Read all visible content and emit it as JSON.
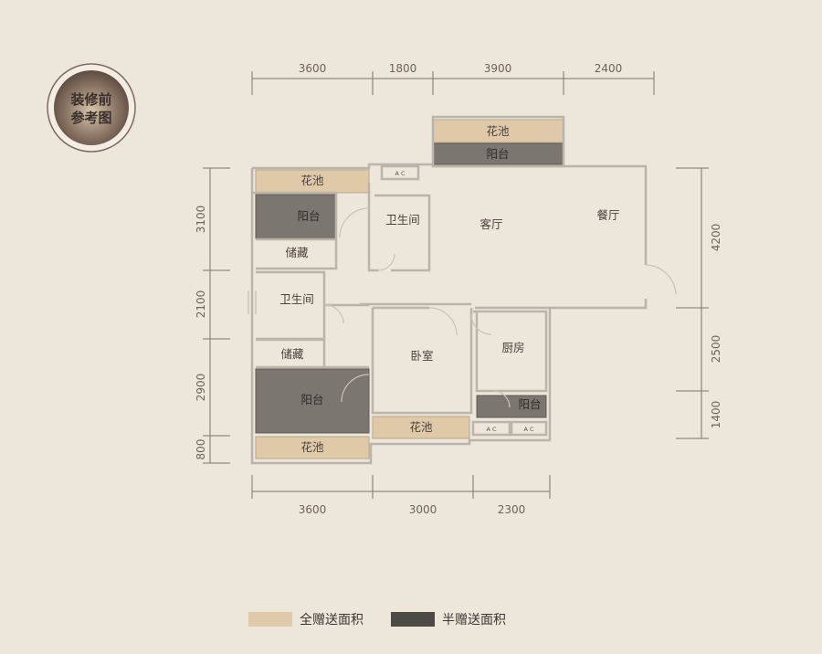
{
  "badge": {
    "line1": "装修前",
    "line2": "参考图"
  },
  "colors": {
    "background": "#ede6da",
    "full_gift": "#dfc9a9",
    "half_gift": "#7b766f",
    "wall": "#bbb4ab",
    "dim_line": "#7d7269"
  },
  "dimensions": {
    "top": [
      "3600",
      "1800",
      "3900",
      "2400"
    ],
    "bottom": [
      "3600",
      "3000",
      "2300"
    ],
    "left": [
      "3100",
      "2100",
      "2900",
      "800"
    ],
    "right": [
      "4200",
      "2500",
      "1400"
    ]
  },
  "rooms": {
    "flower_bed_top": "花池",
    "balcony_top": "阳台",
    "flower_bed_upper_left": "花池",
    "balcony_upper_left": "阳台",
    "storage_upper": "储藏",
    "bathroom_upper": "卫生间",
    "living_room": "客厅",
    "dining_room": "餐厅",
    "bathroom_left": "卫生间",
    "storage_lower": "储藏",
    "balcony_lower_left": "阳台",
    "flower_bed_lower_left": "花池",
    "bedroom": "卧室",
    "kitchen": "厨房",
    "balcony_kitchen": "阳台",
    "flower_bed_bottom_middle": "花池"
  },
  "ac_label": "A C",
  "legend": {
    "full_gift": "全赠送面积",
    "half_gift": "半赠送面积"
  }
}
